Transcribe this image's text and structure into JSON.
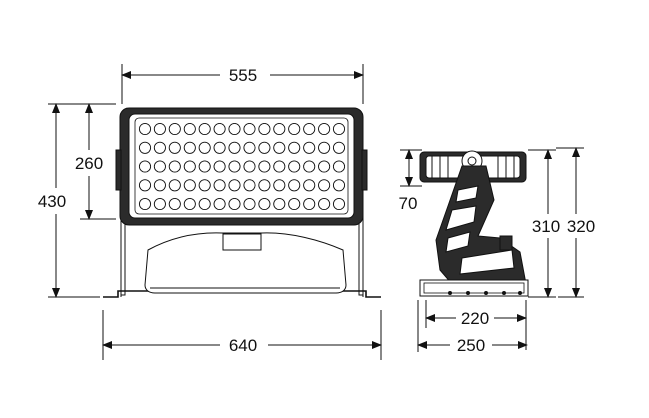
{
  "dimensions": {
    "front_width_top": "555",
    "front_width_base": "640",
    "front_height_total": "430",
    "front_height_panel": "260",
    "side_height_head": "70",
    "side_height_body": "310",
    "side_height_total": "320",
    "side_depth_inner": "220",
    "side_depth_outer": "250"
  },
  "led_grid": {
    "rows": 5,
    "columns": 14
  },
  "colors": {
    "line": "#111111",
    "fill_dark": "#2b2b2b",
    "background": "#ffffff"
  }
}
